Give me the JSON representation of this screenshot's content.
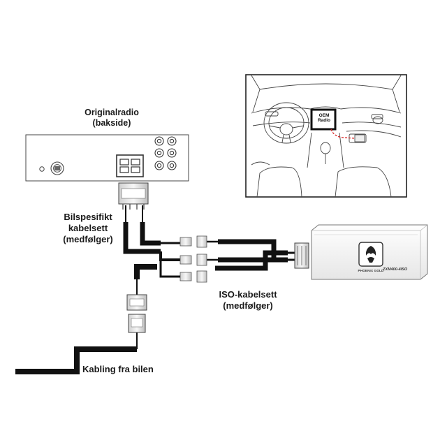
{
  "labels": {
    "original_radio": [
      "Originalradio",
      "(bakside)"
    ],
    "vehicle_harness": [
      "Bilspesifikt",
      "kabelsett",
      "(medfølger)"
    ],
    "iso_harness": [
      "ISO-kabelsett",
      "(medfølger)"
    ],
    "car_wiring": "Kabling fra bilen"
  },
  "car_inset": {
    "radio_label": [
      "OEM",
      "Radio"
    ]
  },
  "amplifier": {
    "brand": "PHOENIX GOLD",
    "model": "ZXM400-4ISO"
  },
  "colors": {
    "cable": "#111111",
    "outline": "#333333",
    "routing_line": "#d62020",
    "device_fill": "#f4f4f4"
  }
}
